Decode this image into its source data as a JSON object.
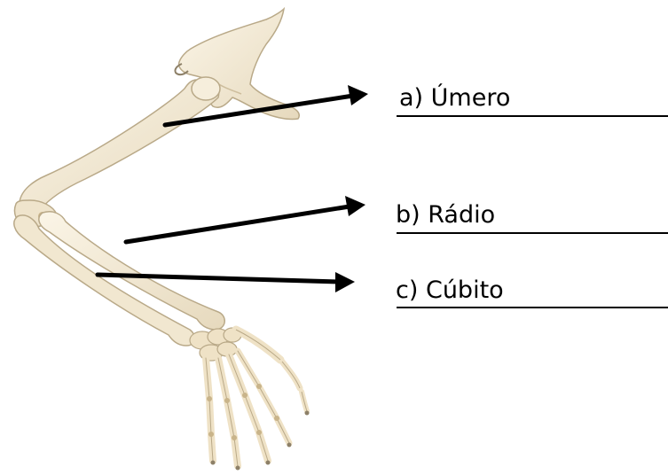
{
  "labels": {
    "a": "a) Úmero",
    "b": "b) Rádio",
    "c": "c) Cúbito"
  },
  "colors": {
    "bone_fill": "#f3ead6",
    "bone_shade": "#d9ccb0",
    "bone_outline": "#b9a988",
    "arrow": "#000000"
  },
  "icons": {
    "arrowhead": "triangle-arrowhead"
  }
}
